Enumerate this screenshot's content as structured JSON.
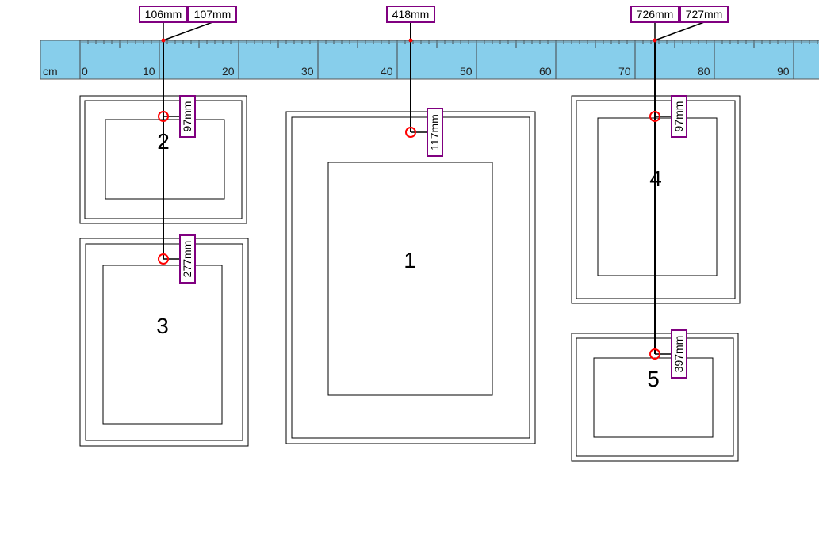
{
  "ruler": {
    "unit_label": "cm",
    "color": "#87ceeb",
    "tick_labels": [
      "0",
      "10",
      "20",
      "30",
      "40",
      "50",
      "60",
      "70",
      "80",
      "90"
    ]
  },
  "frames": [
    {
      "number": "1"
    },
    {
      "number": "2"
    },
    {
      "number": "3"
    },
    {
      "number": "4"
    },
    {
      "number": "5"
    }
  ],
  "top_labels": [
    {
      "text": "106mm"
    },
    {
      "text": "107mm"
    },
    {
      "text": "418mm"
    },
    {
      "text": "726mm"
    },
    {
      "text": "727mm"
    }
  ],
  "side_labels": [
    {
      "text": "97mm"
    },
    {
      "text": "277mm"
    },
    {
      "text": "117mm"
    },
    {
      "text": "97mm"
    },
    {
      "text": "397mm"
    }
  ],
  "colors": {
    "label_border": "#800080",
    "nail_marker": "#ff0000",
    "frame_stroke": "#000000"
  }
}
